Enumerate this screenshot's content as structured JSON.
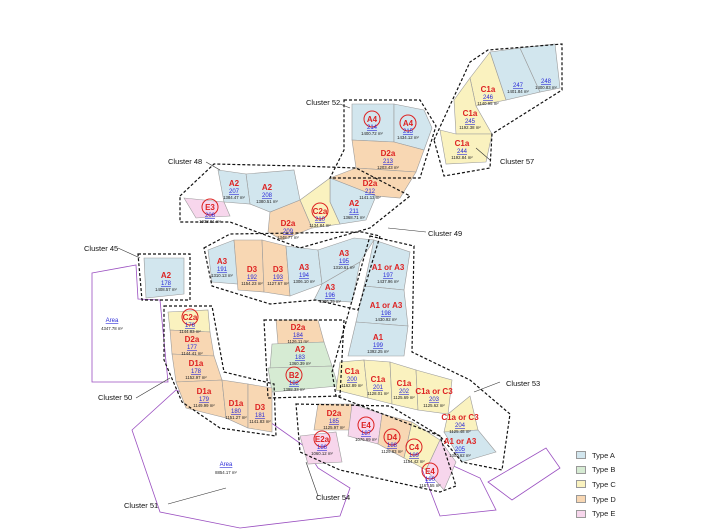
{
  "colors": {
    "A": "#d2e6ee",
    "B": "#d6ebd3",
    "C": "#faf2bf",
    "D": "#f8d7b3",
    "E": "#f7d6ec",
    "boundary": "#9a4fc0",
    "lot_line": "#9b9b9b",
    "cluster_line": "#111111"
  },
  "legend": [
    {
      "label": "Type A",
      "color": "#d2e6ee"
    },
    {
      "label": "Type B",
      "color": "#d6ebd3"
    },
    {
      "label": "Type C",
      "color": "#faf2bf"
    },
    {
      "label": "Type D",
      "color": "#f8d7b3"
    },
    {
      "label": "Type E",
      "color": "#f7d6ec"
    }
  ],
  "clusters": [
    {
      "name": "Cluster 52"
    },
    {
      "name": "Cluster 57"
    },
    {
      "name": "Cluster 48"
    },
    {
      "name": "Cluster 49"
    },
    {
      "name": "Cluster 45"
    },
    {
      "name": "Cluster 50"
    },
    {
      "name": "Cluster 53"
    },
    {
      "name": "Cluster 51"
    },
    {
      "name": "Cluster 54"
    }
  ],
  "areas": [
    {
      "label": "Area",
      "value": "4347.78 m²"
    },
    {
      "label": "Area",
      "value": "8854.17 m²"
    }
  ],
  "lots": [
    {
      "type": "",
      "num": "247",
      "area": "1401.84 m²",
      "cls": "A",
      "circled": false
    },
    {
      "type": "",
      "num": "248",
      "area": "1400.83 m²",
      "cls": "A",
      "circled": false
    },
    {
      "type": "C1a",
      "num": "246",
      "area": "1140.95 m²",
      "cls": "C",
      "circled": false
    },
    {
      "type": "C1a",
      "num": "245",
      "area": "1192.38 m²",
      "cls": "C",
      "circled": false
    },
    {
      "type": "C1a",
      "num": "244",
      "area": "1192.84 m²",
      "cls": "C",
      "circled": false
    },
    {
      "type": "A4",
      "num": "214",
      "area": "1400.72 m²",
      "cls": "A",
      "circled": true
    },
    {
      "type": "A4",
      "num": "215",
      "area": "1434.12 m²",
      "cls": "A",
      "circled": true
    },
    {
      "type": "D2a",
      "num": "213",
      "area": "1203.43 m²",
      "cls": "D",
      "circled": false
    },
    {
      "type": "D2a",
      "num": "212",
      "area": "1141.13 m²",
      "cls": "D",
      "circled": false
    },
    {
      "type": "A2",
      "num": "211",
      "area": "1368.71 m²",
      "cls": "A",
      "circled": false
    },
    {
      "type": "C2a",
      "num": "210",
      "area": "1134.84 m²",
      "cls": "C",
      "circled": true
    },
    {
      "type": "D2a",
      "num": "209",
      "area": "1348.77 m²",
      "cls": "D",
      "circled": false
    },
    {
      "type": "A2",
      "num": "208",
      "area": "1380.51 m²",
      "cls": "A",
      "circled": false
    },
    {
      "type": "A2",
      "num": "207",
      "area": "1384.47 m²",
      "cls": "A",
      "circled": false
    },
    {
      "type": "E3",
      "num": "206",
      "area": "1038.01 m²",
      "cls": "E",
      "circled": true
    },
    {
      "type": "A2",
      "num": "178",
      "area": "1408.57 m²",
      "cls": "A",
      "circled": false
    },
    {
      "type": "A3",
      "num": "191",
      "area": "1310.13 m²",
      "cls": "A",
      "circled": false
    },
    {
      "type": "D3",
      "num": "192",
      "area": "1154.23 m²",
      "cls": "D",
      "circled": false
    },
    {
      "type": "D3",
      "num": "193",
      "area": "1127.67 m²",
      "cls": "D",
      "circled": false
    },
    {
      "type": "A3",
      "num": "194",
      "area": "1306.10 m²",
      "cls": "A",
      "circled": false
    },
    {
      "type": "A3",
      "num": "195",
      "area": "1310.61 m²",
      "cls": "A",
      "circled": false
    },
    {
      "type": "A3",
      "num": "196",
      "area": "1306.39 m²",
      "cls": "A",
      "circled": false
    },
    {
      "type": "A1 or A3",
      "num": "197",
      "area": "1437.96 m²",
      "cls": "A",
      "circled": false
    },
    {
      "type": "A1 or A3",
      "num": "198",
      "area": "1430.92 m²",
      "cls": "A",
      "circled": false
    },
    {
      "type": "A1",
      "num": "199",
      "area": "1392.25 m²",
      "cls": "A",
      "circled": false
    },
    {
      "type": "D2a",
      "num": "184",
      "area": "1126.11 m²",
      "cls": "D",
      "circled": false
    },
    {
      "type": "A2",
      "num": "183",
      "area": "1360.39 m²",
      "cls": "B",
      "circled": false
    },
    {
      "type": "B2",
      "num": "182",
      "area": "1398.33 m²",
      "cls": "B",
      "circled": true
    },
    {
      "type": "C2a",
      "num": "176",
      "area": "1144.83 m²",
      "cls": "C",
      "circled": true
    },
    {
      "type": "D2a",
      "num": "177",
      "area": "1144.41 m²",
      "cls": "D",
      "circled": false
    },
    {
      "type": "D1a",
      "num": "178",
      "area": "1152.97 m²",
      "cls": "D",
      "circled": false
    },
    {
      "type": "D1a",
      "num": "179",
      "area": "1149.99 m²",
      "cls": "D",
      "circled": false
    },
    {
      "type": "D1a",
      "num": "180",
      "area": "1151.27 m²",
      "cls": "D",
      "circled": false
    },
    {
      "type": "D3",
      "num": "181",
      "area": "1141.83 m²",
      "cls": "D",
      "circled": false
    },
    {
      "type": "C1a",
      "num": "200",
      "area": "1162.89 m²",
      "cls": "C",
      "circled": false
    },
    {
      "type": "C1a",
      "num": "201",
      "area": "1128.01 m²",
      "cls": "C",
      "circled": false
    },
    {
      "type": "C1a",
      "num": "202",
      "area": "1125.69 m²",
      "cls": "C",
      "circled": false
    },
    {
      "type": "C1a or C3",
      "num": "203",
      "area": "1125.62 m²",
      "cls": "C",
      "circled": false
    },
    {
      "type": "C1a or C3",
      "num": "204",
      "area": "1125.48 m²",
      "cls": "C",
      "circled": false
    },
    {
      "type": "A1 or A3",
      "num": "205",
      "area": "1300.62 m²",
      "cls": "A",
      "circled": false
    },
    {
      "type": "D2a",
      "num": "185",
      "area": "1125.97 m²",
      "cls": "D",
      "circled": false
    },
    {
      "type": "E2a",
      "num": "186",
      "area": "1060.12 m²",
      "cls": "E",
      "circled": true
    },
    {
      "type": "E4",
      "num": "187",
      "area": "1076.69 m²",
      "cls": "E",
      "circled": true
    },
    {
      "type": "D4",
      "num": "188",
      "area": "1129.83 m²",
      "cls": "D",
      "circled": true
    },
    {
      "type": "C4",
      "num": "189",
      "area": "1154.42 m²",
      "cls": "C",
      "circled": true
    },
    {
      "type": "E4",
      "num": "190",
      "area": "1167.55 m²",
      "cls": "E",
      "circled": true
    }
  ]
}
